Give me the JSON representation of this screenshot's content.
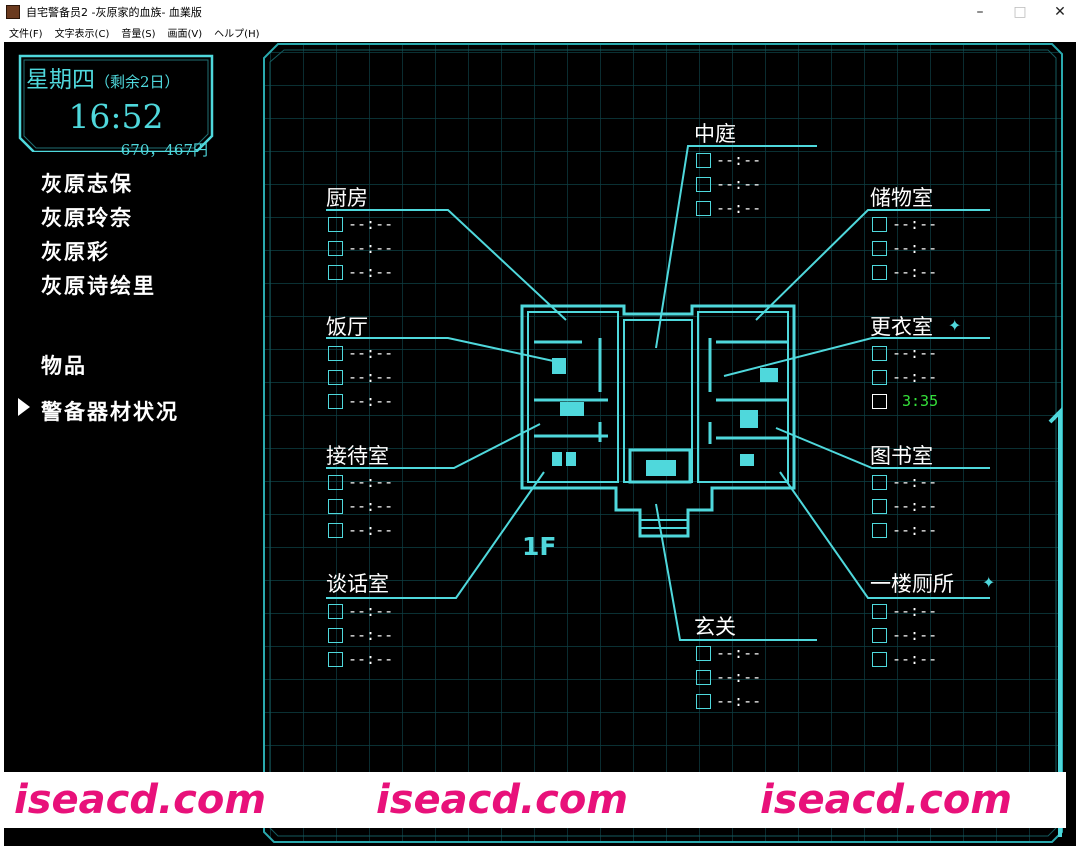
{
  "window": {
    "title": "自宅警备员2 -灰原家的血族- 血業版",
    "minimize": "–",
    "maximize": "□",
    "close": "✕"
  },
  "menu": [
    "文件(F)",
    "文字表示(C)",
    "音量(S)",
    "画面(V)",
    "ヘルプ(H)"
  ],
  "clock": {
    "day": "星期四",
    "remaining": "（剩余2日）",
    "time": "16:52",
    "money": "670，467円"
  },
  "characters": [
    "灰原志保",
    "灰原玲奈",
    "灰原彩",
    "灰原诗绘里"
  ],
  "side_menu": {
    "items": "物品",
    "security": "警备器材状况"
  },
  "floor": "1F",
  "rooms": [
    {
      "name": "中庭",
      "status": [
        "--:--",
        "--:--",
        "--:--"
      ],
      "active": ""
    },
    {
      "name": "厨房",
      "status": [
        "--:--",
        "--:--",
        "--:--"
      ],
      "active": ""
    },
    {
      "name": "储物室",
      "status": [
        "--:--",
        "--:--",
        "--:--"
      ],
      "active": ""
    },
    {
      "name": "饭厅",
      "status": [
        "--:--",
        "--:--",
        "--:--"
      ],
      "active": ""
    },
    {
      "name": "更衣室",
      "status": [
        "--:--",
        "--:--",
        ""
      ],
      "active": "3:35"
    },
    {
      "name": "接待室",
      "status": [
        "--:--",
        "--:--",
        "--:--"
      ],
      "active": ""
    },
    {
      "name": "图书室",
      "status": [
        "--:--",
        "--:--",
        "--:--"
      ],
      "active": ""
    },
    {
      "name": "谈话室",
      "status": [
        "--:--",
        "--:--",
        "--:--"
      ],
      "active": ""
    },
    {
      "name": "一楼厕所",
      "status": [
        "--:--",
        "--:--",
        "--:--"
      ],
      "active": ""
    },
    {
      "name": "玄关",
      "status": [
        "--:--",
        "--:--",
        "--:--"
      ],
      "active": ""
    }
  ],
  "device_icons": [
    "walkie-talkie-icon",
    "camera-icon",
    "video-camera-icon"
  ],
  "watermark": [
    "iseacd.com",
    "iseacd.com",
    "iseacd.com"
  ],
  "colors": {
    "accent": "#4fd8dc",
    "grid": "#0d3f44",
    "active_time": "#35e03a",
    "watermark": "#e8117a"
  }
}
